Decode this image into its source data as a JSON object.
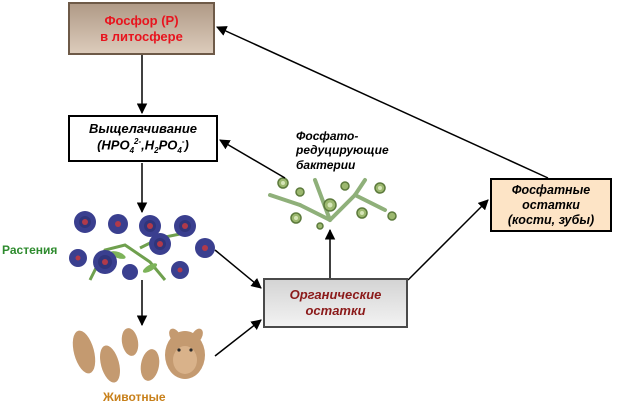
{
  "nodes": {
    "phosphorus": {
      "line1": "Фосфор (Р)",
      "line2": "в литосфере"
    },
    "leaching": {
      "line1": "Выщелачивание",
      "formula": "(HPO4 2-,H2PO4-)"
    },
    "organic": {
      "line1": "Органические",
      "line2": "остатки"
    },
    "phosphate_remains": {
      "line1": "Фосфатные",
      "line2": "остатки",
      "line3": "(кости, зубы)"
    }
  },
  "labels": {
    "bacteria_line1": "Фосфато-",
    "bacteria_line2": "редуцирующие",
    "bacteria_line3": "бактерии",
    "plants": "Растения",
    "animals": "Животные"
  },
  "colors": {
    "phosphorus_text": "#e8141e",
    "organic_text": "#8b1a1a",
    "plants_text": "#2e8b2e",
    "animals_text": "#c8801a"
  }
}
